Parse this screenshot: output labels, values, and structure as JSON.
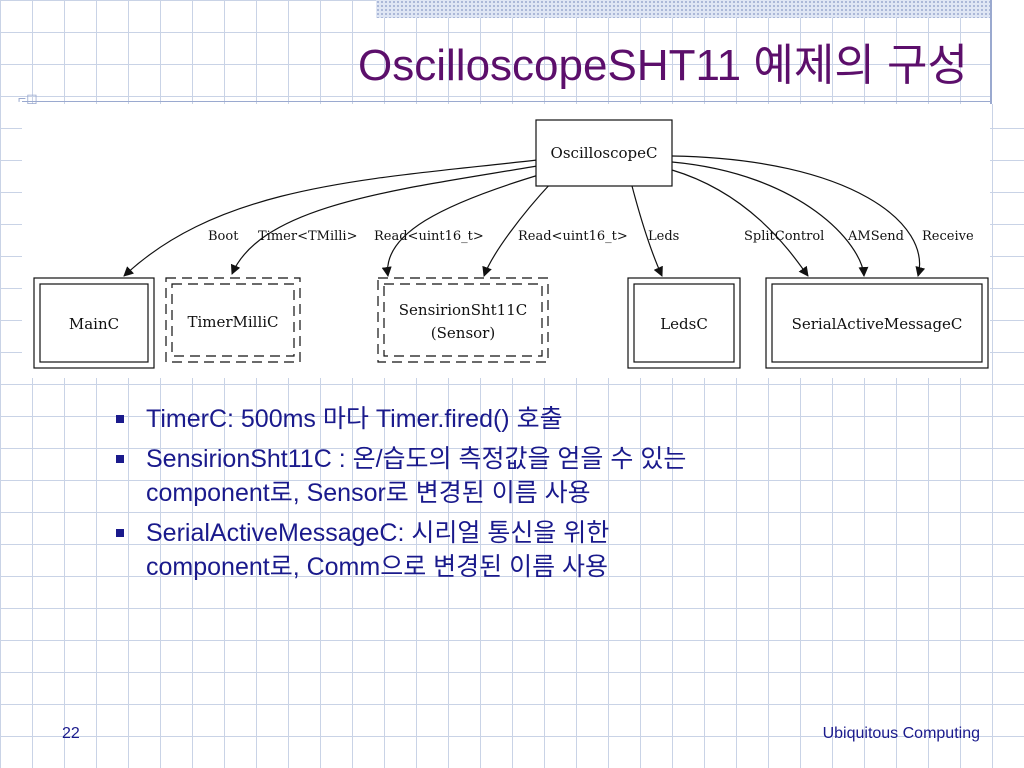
{
  "title": "OscilloscopeSHT11 예제의 구성",
  "diagram": {
    "root": "OscilloscopeC",
    "nodes": [
      {
        "label": "MainC"
      },
      {
        "label": "TimerMilliC"
      },
      {
        "label": "SensirionSht11C",
        "sublabel": "(Sensor)"
      },
      {
        "label": "LedsC"
      },
      {
        "label": "SerialActiveMessageC"
      }
    ],
    "edges": [
      "Boot",
      "Timer<TMilli>",
      "Read<uint16_t>",
      "Read<uint16_t>",
      "Leds",
      "SplitControl",
      "AMSend",
      "Receive"
    ]
  },
  "bullets": [
    {
      "lines": [
        "TimerC: 500ms 마다 Timer.fired() 호출"
      ]
    },
    {
      "lines": [
        "SensirionSht11C : 온/습도의 측정값을 얻을 수 있는",
        "component로, Sensor로 변경된 이름 사용"
      ]
    },
    {
      "lines": [
        "SerialActiveMessageC: 시리얼 통신을 위한",
        "component로, Comm으로 변경된 이름 사용"
      ]
    }
  ],
  "footer": {
    "page_number": "22",
    "course": "Ubiquitous Computing"
  }
}
